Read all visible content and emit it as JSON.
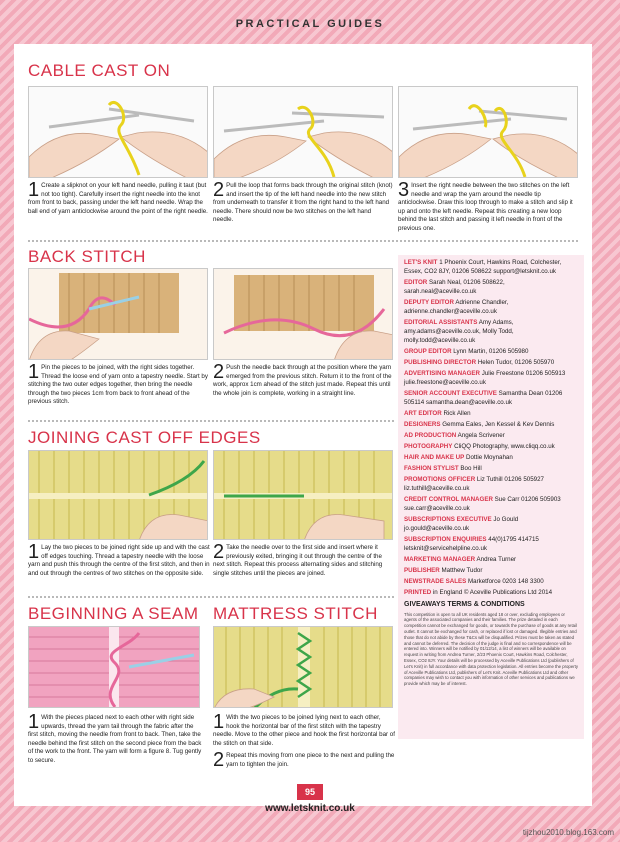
{
  "header": {
    "title": "PRACTICAL GUIDES"
  },
  "sections": {
    "cable": {
      "title": "CABLE CAST ON",
      "steps": [
        {
          "num": "1",
          "text": "Create a slipknot on your left hand needle, pulling it taut (but not too tight). Carefully insert the right needle into the knot from front to back, passing under the left hand needle. Wrap the ball end of yarn anticlockwise around the point of the right needle."
        },
        {
          "num": "2",
          "text": "Pull the loop that forms back through the original stitch (knot) and insert the tip of the left hand needle into the new stitch from underneath to transfer it from the right hand to the left hand needle. There should now be two stitches on the left hand needle."
        },
        {
          "num": "3",
          "text": "Insert the right needle between the two stitches on the left needle and wrap the yarn around the needle tip anticlockwise. Draw this loop through to make a stitch and slip it up and onto the left needle. Repeat this creating a new loop behind the last stitch and passing it left needle in front of the previous one."
        }
      ]
    },
    "back": {
      "title": "BACK STITCH",
      "steps": [
        {
          "num": "1",
          "text": "Pin the pieces to be joined, with the right sides together. Thread the loose end of yarn onto a tapestry needle. Start by stitching the two outer edges together, then bring the needle through the two pieces 1cm from back to front ahead of the previous stitch."
        },
        {
          "num": "2",
          "text": "Push the needle back through at the position where the yarn emerged from the previous stitch. Return it to the front of the work, approx 1cm ahead of the stitch just made. Repeat this until the whole join is complete, working in a straight line."
        }
      ]
    },
    "joining": {
      "title": "JOINING CAST OFF EDGES",
      "steps": [
        {
          "num": "1",
          "text": "Lay the two pieces to be joined right side up and with the cast off edges touching. Thread a tapestry needle with the loose yarn and push this through the centre of the first stitch, and then in and out through the centres of two stitches on the opposite side."
        },
        {
          "num": "2",
          "text": "Take the needle over to the first side and insert where it previously exited, bringing it out through the centre of the next stitch. Repeat this process alternating sides and stitching single stitches until the pieces are joined."
        }
      ]
    },
    "seam": {
      "title": "BEGINNING A SEAM",
      "steps": [
        {
          "num": "1",
          "text": "With the pieces placed next to each other with right side upwards, thread the yarn tail through the fabric after the first stitch, moving the needle from front to back. Then, take the needle behind the first stitch on the second piece from the back of the work to the front. The yarn will form a figure 8. Tug gently to secure."
        }
      ]
    },
    "mattress": {
      "title": "MATTRESS STITCH",
      "steps": [
        {
          "num": "1",
          "text": "With the two pieces to be joined lying next to each other, hook the horizontal bar of the first stitch with the tapestry needle. Move to the other piece and hook the first horizontal bar of the stitch on that side."
        },
        {
          "num": "2",
          "text": "Repeat this moving from one piece to the next and pulling the yarn to tighten the join."
        }
      ]
    }
  },
  "sidebar": {
    "entries": [
      {
        "role": "LET'S KNIT",
        "text": "1 Phoenix Court, Hawkins Road, Colchester, Essex, CO2 8JY, 01206 508622 support@letsknit.co.uk"
      },
      {
        "role": "EDITOR",
        "text": "Sarah Neal, 01206 508622, sarah.neal@aceville.co.uk"
      },
      {
        "role": "DEPUTY EDITOR",
        "text": "Adrienne Chandler, adrienne.chandler@aceville.co.uk"
      },
      {
        "role": "EDITORIAL ASSISTANTS",
        "text": "Amy Adams, amy.adams@aceville.co.uk, Molly Todd, molly.todd@aceville.co.uk"
      },
      {
        "role": "GROUP EDITOR",
        "text": "Lynn Martin, 01206 505980"
      },
      {
        "role": "PUBLISHING DIRECTOR",
        "text": "Helen Tudor, 01206 505970"
      },
      {
        "role": "ADVERTISING MANAGER",
        "text": "Julie Freestone 01206 505913 julie.freestone@aceville.co.uk"
      },
      {
        "role": "SENIOR ACCOUNT EXECUTIVE",
        "text": "Samantha Dean 01206 505114 samantha.dean@aceville.co.uk"
      },
      {
        "role": "ART EDITOR",
        "text": "Rick Allen"
      },
      {
        "role": "DESIGNERS",
        "text": "Gemma Eales, Jen Kessel & Kev Dennis"
      },
      {
        "role": "AD PRODUCTION",
        "text": "Angela Scrivener"
      },
      {
        "role": "PHOTOGRAPHY",
        "text": "CliQQ Photography, www.cliqq.co.uk"
      },
      {
        "role": "HAIR AND MAKE UP",
        "text": "Dottie Moynahan"
      },
      {
        "role": "FASHION STYLIST",
        "text": "Boo Hill"
      },
      {
        "role": "PROMOTIONS OFFICER",
        "text": "Liz Tuthill 01206 505927 liz.tuthill@aceville.co.uk"
      },
      {
        "role": "CREDIT CONTROL MANAGER",
        "text": "Sue Carr 01206 505903 sue.carr@aceville.co.uk"
      },
      {
        "role": "SUBSCRIPTIONS EXECUTIVE",
        "text": "Jo Gould jo.gould@aceville.co.uk"
      },
      {
        "role": "SUBSCRIPTION ENQUIRIES",
        "text": "44(0)1795 414715 letsknit@servicehelpline.co.uk"
      },
      {
        "role": "MARKETING MANAGER",
        "text": "Andrea Turner"
      },
      {
        "role": "PUBLISHER",
        "text": "Matthew Tudor"
      },
      {
        "role": "NEWSTRADE SALES",
        "text": "Marketforce 0203 148 3300"
      },
      {
        "role": "PRINTED",
        "text": "in England © Aceville Publications Ltd 2014"
      }
    ],
    "gtc_title": "GIVEAWAYS TERMS & CONDITIONS",
    "gtc_text": "This competition is open to all UK residents aged 18 or over, excluding employees or agents of the associated companies and their families. The prize detailed in each competition cannot be exchanged for goods, or towards the purchase of goods at any retail outlet. It cannot be exchanged for cash, or replaced if lost or damaged. Illegible entries and those that do not abide by these T&Cs will be disqualified. Prizes must be taken as stated and cannot be deferred. The decision of the judge is final and no correspondence will be entered into. Winners will be notified by 01/12/14, a list of winners will be available on request in writing from Andrea Turner, 2/23 Phoenix Court, Hawkins Road, Colchester, Essex, CO2 8JY. Your details will be processed by Aceville Publications Ltd (publishers of Let's Knit) in full accordance with data protection legislation. All entries become the property of Aceville Publications Ltd, publishers of Let's Knit. Aceville Publications Ltd and other companies may wish to contact you with information of other services and publications we provide which may be of interest."
  },
  "footer": {
    "page": "95",
    "url": "www.letsknit.co.uk",
    "watermark": "tijzhou2010.blog.163.com"
  },
  "colors": {
    "accent": "#d8334a",
    "pink_bg": "#f2a9b8",
    "sidebar_bg": "#fbeaf0",
    "yarn_yellow": "#e8d21c",
    "yarn_pink": "#e6679a",
    "yarn_green": "#3ea64a",
    "knit_tan": "#d9b27a"
  }
}
